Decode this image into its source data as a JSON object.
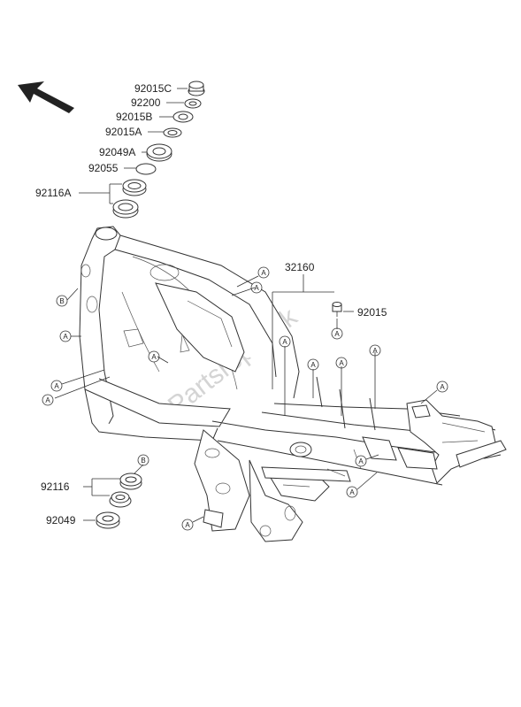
{
  "parts": {
    "p92015C": "92015C",
    "p92200": "92200",
    "p92015B": "92015B",
    "p92015A": "92015A",
    "p92049A": "92049A",
    "p92055": "92055",
    "p92116A": "92116A",
    "p32160": "32160",
    "p92015": "92015",
    "p92116": "92116",
    "p92049": "92049"
  },
  "refs": {
    "a": "A",
    "b": "B"
  },
  "watermark": "Partsrepublik"
}
